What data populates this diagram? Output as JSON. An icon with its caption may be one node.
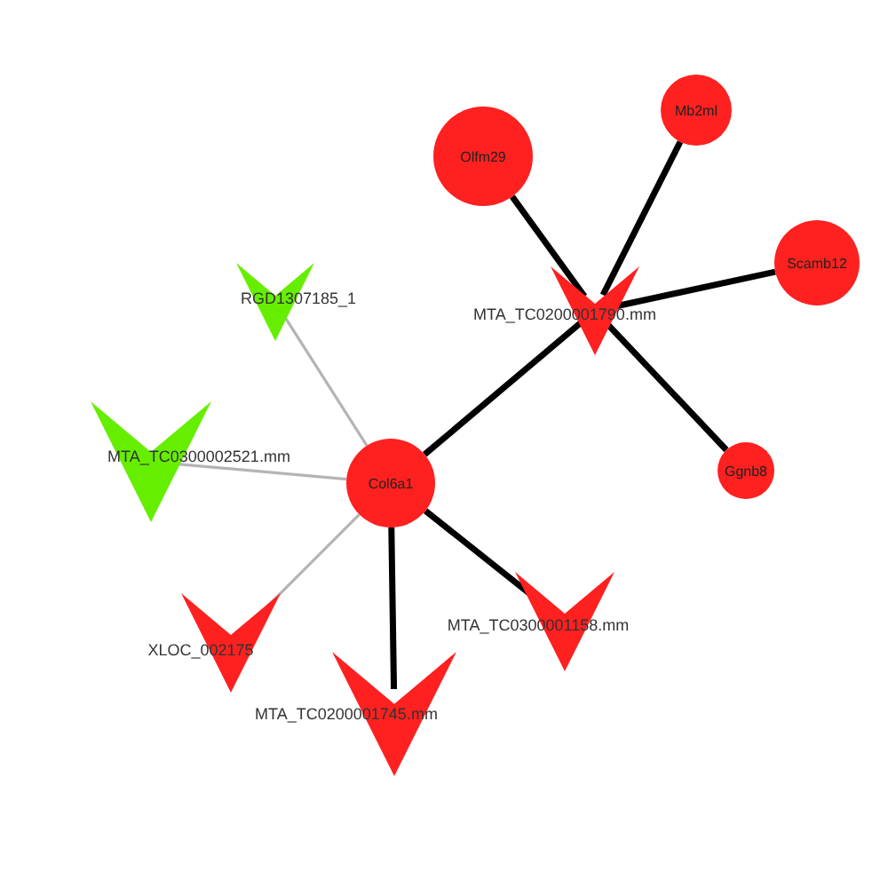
{
  "diagram": {
    "nodes": [
      {
        "text": [
          "Mb2ml"
        ]
      },
      {
        "text": [
          "Olfm29"
        ]
      },
      {
        "text": [
          "Scamb12"
        ]
      },
      {
        "text": [],
        "shape": "arrowhead",
        "beside": [
          "RGD1307185_1"
        ]
      },
      {
        "text": [],
        "shape": "arrowhead",
        "beside": [
          "MTA_TC0200001790.mm"
        ]
      },
      {
        "text": [],
        "shape": "arrowhead",
        "beside": [
          "MTA_TC0300002521.mm"
        ]
      },
      {
        "text": [
          "Col6a1"
        ]
      },
      {
        "text": [
          "Ggnb8"
        ]
      },
      {
        "text": [],
        "shape": "arrowhead",
        "beside": [
          "MTA_TC0300001158.mm"
        ]
      },
      {
        "text": [],
        "shape": "arrowhead",
        "beside": [
          "XLOC_002175"
        ]
      },
      {
        "text": [],
        "shape": "arrowhead",
        "beside": [
          "MTA_TC0200001745.mm"
        ]
      }
    ],
    "edges": [
      {
        "from": 4,
        "to": 0,
        "arrow": "none"
      },
      {
        "from": 4,
        "to": 1,
        "arrow": "none"
      },
      {
        "from": 4,
        "to": 2,
        "arrow": "none"
      },
      {
        "from": 4,
        "to": 7,
        "arrow": "none"
      },
      {
        "from": 6,
        "to": 4,
        "arrow": "none"
      },
      {
        "from": 6,
        "to": 8,
        "arrow": "none"
      },
      {
        "from": 6,
        "to": 10,
        "arrow": "none"
      },
      {
        "from": 6,
        "to": 3,
        "arrow": "none",
        "color": "#b4b4b4"
      },
      {
        "from": 6,
        "to": 5,
        "arrow": "none",
        "color": "#b4b4b4"
      },
      {
        "from": 6,
        "to": 9,
        "arrow": "none",
        "color": "#b4b4b4"
      }
    ]
  }
}
